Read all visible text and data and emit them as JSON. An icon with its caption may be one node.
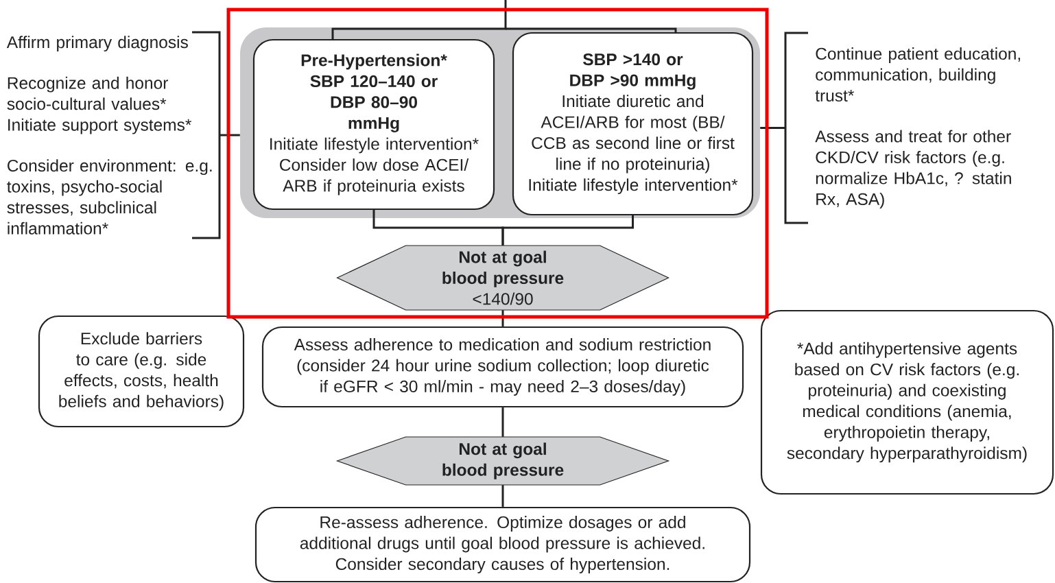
{
  "diagram": {
    "nodes": [
      {
        "text": [],
        "shape": "box"
      },
      {
        "text": [
          "Pre-Hypertension*",
          "SBP 120–140 or DBP 80–90 mmHg",
          "Initiate lifestyle intervention*",
          "Consider low dose ACEI/ ARB if proteinuria exists"
        ],
        "in": 0
      },
      {
        "text": [
          "SBP >140 or DBP >90 mmHg",
          "Initiate diuretic and ACEI/ARB for most (BB/ CCB as second line or first line if no proteinuria)",
          "Initiate lifestyle intervention*"
        ],
        "in": 0
      },
      {
        "text": [
          "Affirm primary diagnosis",
          "Recognize and honor socio-cultural values*",
          "Initiate support systems*",
          "Consider environment: e.g. toxins, psycho-social stresses, subclinical inflammation*"
        ]
      },
      {
        "text": [
          "Continue patient education, communication, building trust*",
          "Assess and treat for other CKD/CV risk factors (e.g. normalize HbA1c, ? statin Rx, ASA)"
        ]
      },
      {
        "text": [
          "Not at goal blood pressure",
          "<140/90"
        ]
      },
      {
        "text": [
          "Exclude barriers to care (e.g. side effects, costs, health beliefs and behaviors)"
        ]
      },
      {
        "text": [
          "Assess adherence to medication and sodium restriction (consider 24 hour urine sodium collection; loop diuretic if eGFR < 30 ml/min - may need 2–3 doses/day)"
        ]
      },
      {
        "text": [
          "Not at goal blood pressure"
        ]
      },
      {
        "text": [
          "Re-assess adherence. Optimize dosages or add additional drugs until goal blood pressure is achieved. Consider secondary causes of hypertension."
        ]
      },
      {
        "text": [
          "*Add antihypertensive agents based on CV risk factors (e.g. proteinuria) and coexisting medical conditions (anemia, erythropoietin therapy, secondary hyperparathyroidism)"
        ]
      }
    ],
    "edges": [
      {
        "from": null,
        "to": 1,
        "arrow": "none"
      },
      {
        "from": null,
        "to": 2,
        "arrow": "none"
      },
      {
        "from": 1,
        "to": 5,
        "arrow": "none"
      },
      {
        "from": 2,
        "to": 5,
        "arrow": "none"
      },
      {
        "from": 5,
        "to": 7,
        "arrow": "none"
      },
      {
        "from": 7,
        "to": 8,
        "arrow": "none"
      },
      {
        "from": 8,
        "to": 9,
        "arrow": "none"
      },
      {
        "from": 3,
        "to": 0,
        "arrow": "none"
      },
      {
        "from": 0,
        "to": 4,
        "arrow": "none"
      }
    ]
  }
}
